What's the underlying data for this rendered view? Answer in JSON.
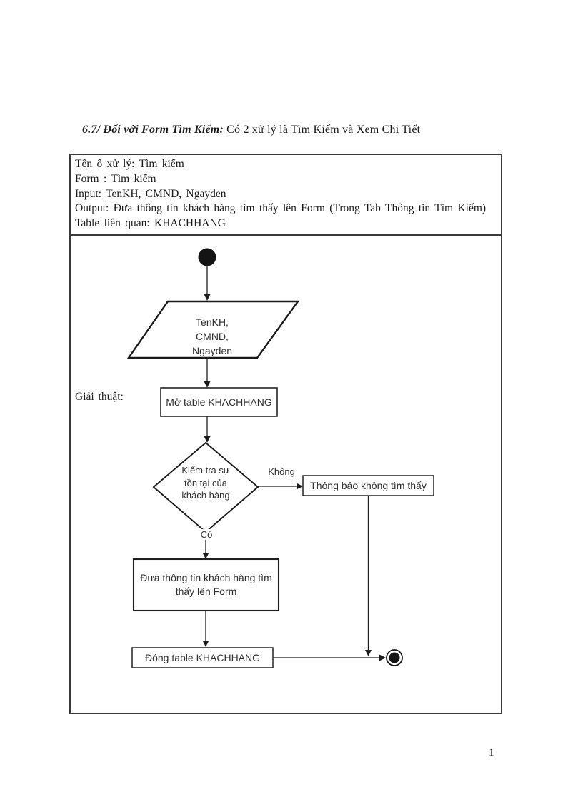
{
  "header": {
    "title_emphasis": "6.7/ Đối với Form Tìm Kiếm:",
    "title_text": " Có 2 xử lý là Tìm Kiếm và Xem Chi Tiết"
  },
  "spec": {
    "rows": [
      "Tên ô xử lý: Tìm kiếm",
      "Form : Tìm kiếm",
      "Input: TenKH, CMND, Ngayden",
      "Output: Đưa thông tin khách hàng tìm thấy lên Form (Trong Tab Thông tin Tìm Kiếm)",
      "Table liên quan: KHACHHANG"
    ],
    "algorithm_label": "Giải thuật:"
  },
  "flowchart": {
    "input": {
      "line1": "TenKH,",
      "line2": "CMND,",
      "line3": "Ngayden"
    },
    "open_table": "Mở table KHACHHANG",
    "decision": {
      "line1": "Kiểm tra sự",
      "line2": "tồn tại của",
      "line3": "khách hàng"
    },
    "branch_no": "Không",
    "branch_yes": "Có",
    "not_found": "Thông báo không tìm thấy",
    "show_info": {
      "line1": "Đưa thông tin khách hàng tìm",
      "line2": "thấy lên Form"
    },
    "close_table": "Đóng table KHACHHANG"
  },
  "footer": {
    "page_number": "1"
  },
  "colors": {
    "ink": "#1a1a1a",
    "border": "#3a3a3a",
    "node_text": "#2e2e2e",
    "background": "#ffffff"
  }
}
